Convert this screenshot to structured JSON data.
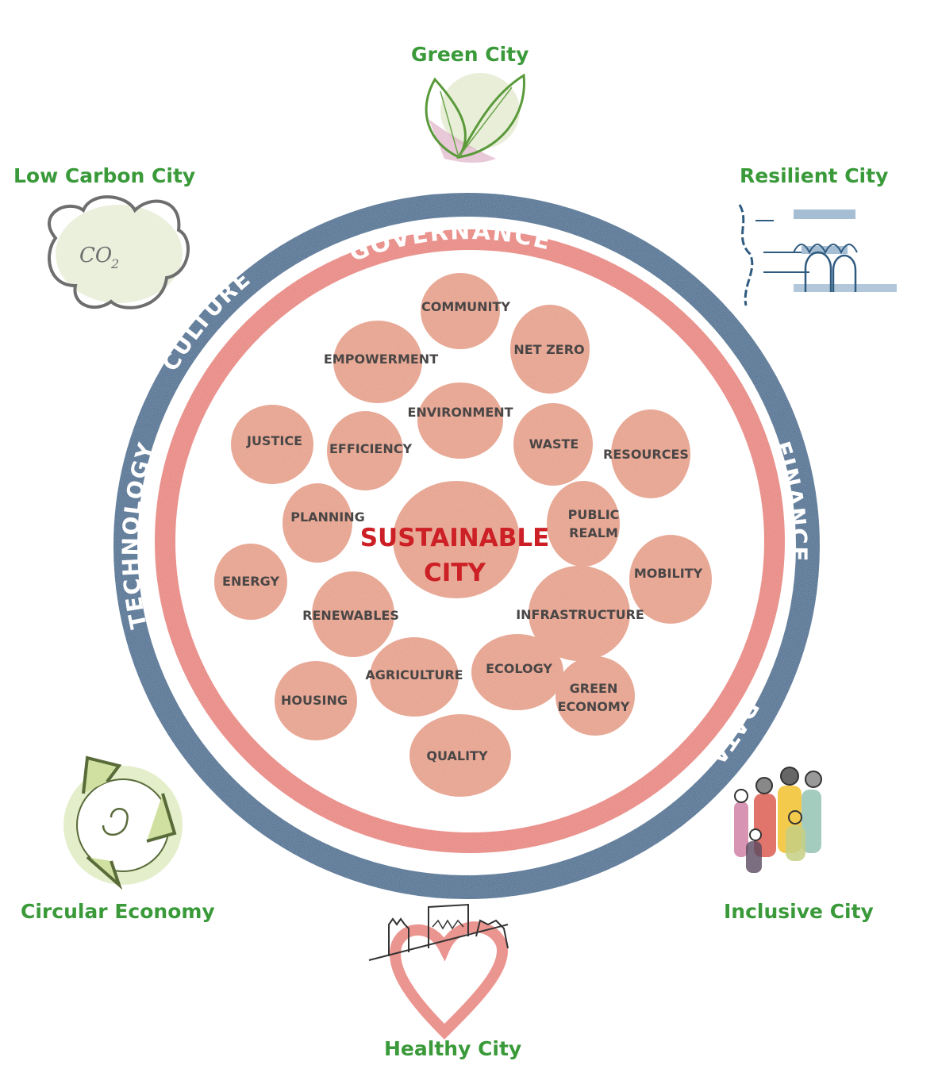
{
  "colors": {
    "city_label": "#3a9a3a",
    "outer_ring": "#3f6a8f",
    "inner_ring": "#e8827c",
    "blob_fill": "#e4967d",
    "blob_text": "#4a4646",
    "center_text": "#cc1f26",
    "ring_text": "#ffffff"
  },
  "center": {
    "line1": "SUSTAINABLE",
    "line2": "CITY"
  },
  "outer_ring_labels": [
    "CULTURE",
    "TECHNOLOGY",
    "FINANCE",
    "DATA"
  ],
  "inner_ring_label": "GOVERNANCE",
  "cities": [
    {
      "label": "Green City",
      "icon": "leaf-icon"
    },
    {
      "label": "Low Carbon City",
      "icon": "co2-cloud-icon"
    },
    {
      "label": "Resilient City",
      "icon": "flood-barrier-icon"
    },
    {
      "label": "Circular Economy",
      "icon": "recycle-icon"
    },
    {
      "label": "Inclusive City",
      "icon": "people-group-icon"
    },
    {
      "label": "Healthy City",
      "icon": "heart-city-icon"
    }
  ],
  "themes": [
    "COMMUNITY",
    "NET ZERO",
    "EMPOWERMENT",
    "ENVIRONMENT",
    "JUSTICE",
    "EFFICIENCY",
    "WASTE",
    "RESOURCES",
    "PLANNING",
    "PUBLIC REALM",
    "ENERGY",
    "MOBILITY",
    "RENEWABLES",
    "INFRASTRUCTURE",
    "AGRICULTURE",
    "ECOLOGY",
    "GREEN ECONOMY",
    "HOUSING",
    "QUALITY"
  ]
}
